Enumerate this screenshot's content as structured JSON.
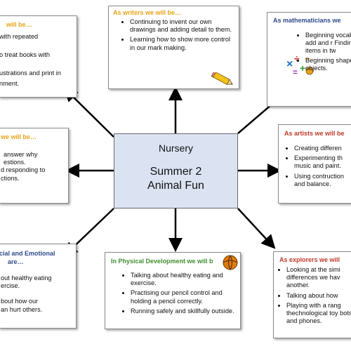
{
  "center": {
    "title": "Nursery",
    "line1": "Summer  2",
    "line2": "Animal Fun"
  },
  "top_left": {
    "title": "will be…",
    "lines": [
      "with repeated",
      "o treat books with",
      "ustrations and print in",
      "nment."
    ]
  },
  "writers": {
    "title": "As writers we will be…",
    "bullets": [
      "Continuing to invent our own drawings and adding detail to them.",
      "Learning how to show more control in our mark making."
    ],
    "icon": "pencil-icon"
  },
  "mathematicians": {
    "title": "As mathematicians we",
    "bullets": [
      "Beginning vocabular add and r Finding the items in tw",
      "Beginning shapes of objects."
    ],
    "icon": "maths-symbols-icon"
  },
  "left_middle": {
    "title": "we will be…",
    "lines": [
      "answer why",
      "estions.",
      "d responding to",
      "ctions."
    ]
  },
  "artists": {
    "title": "As artists we will be",
    "bullets": [
      "Creating differen",
      "Experimenting th music and paint.",
      "Using contruction and balance."
    ]
  },
  "pse": {
    "title_l1": "cial and Emotional",
    "title_l2": "are…",
    "lines": [
      "out healthy eating",
      "ercise.",
      "",
      "bout how our",
      "an hurt others."
    ]
  },
  "physical": {
    "title": "In Physical Development we will b",
    "bullets": [
      "Talking about healthy eating and exercise.",
      "Practising our pencil control and holding a pencil correctly.",
      "Running safely and skillfully outside."
    ],
    "icon": "ball-icon"
  },
  "explorers": {
    "title": "As explorers we will",
    "bullets": [
      "Looking at the simi differences we hav another.",
      "Talking about how",
      "Playing with a rang thechnological toy bots and phones."
    ]
  },
  "colors": {
    "title_orange": "#e8a317",
    "title_blue": "#2e4a8c",
    "title_red": "#c0392b",
    "title_green": "#3f8f2f",
    "center_fill": "#dbe3f3"
  }
}
